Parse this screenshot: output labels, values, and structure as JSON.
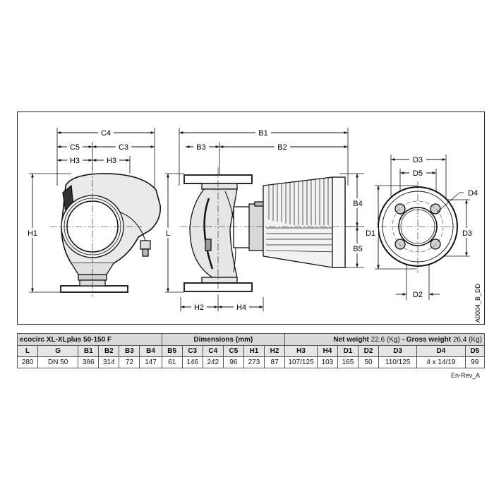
{
  "drawing": {
    "labels": {
      "C4": "C4",
      "C5": "C5",
      "C3": "C3",
      "H3a": "H3",
      "H3b": "H3",
      "H1": "H1",
      "L": "L",
      "B1": "B1",
      "B3": "B3",
      "B2": "B2",
      "B4": "B4",
      "B5": "B5",
      "H2": "H2",
      "H4": "H4",
      "D3top": "D3",
      "D5": "D5",
      "D4": "D4",
      "D1": "D1",
      "D3right": "D3",
      "D2": "D2"
    },
    "drawing_code": "A0004_B_DD"
  },
  "table": {
    "model": "ecocirc XL-XLplus 50-150 F",
    "dimensions_title": "Dimensions (mm)",
    "net_weight_label": "Net weight",
    "net_weight_value": "22,6 (Kg)",
    "gross_weight_label": "Gross weight",
    "gross_weight_value": "26,4 (Kg)",
    "dash": "-",
    "headers": [
      "L",
      "G",
      "B1",
      "B2",
      "B3",
      "B4",
      "B5",
      "C3",
      "C4",
      "C5",
      "H1",
      "H2",
      "H3",
      "H4",
      "D1",
      "D2",
      "D3",
      "D4",
      "D5"
    ],
    "values": [
      "280",
      "DN 50",
      "386",
      "314",
      "72",
      "147",
      "61",
      "146",
      "242",
      "96",
      "273",
      "87",
      "107/125",
      "103",
      "165",
      "50",
      "110/125",
      "4 x 14/19",
      "99"
    ]
  },
  "revision": "En-Rev_A"
}
